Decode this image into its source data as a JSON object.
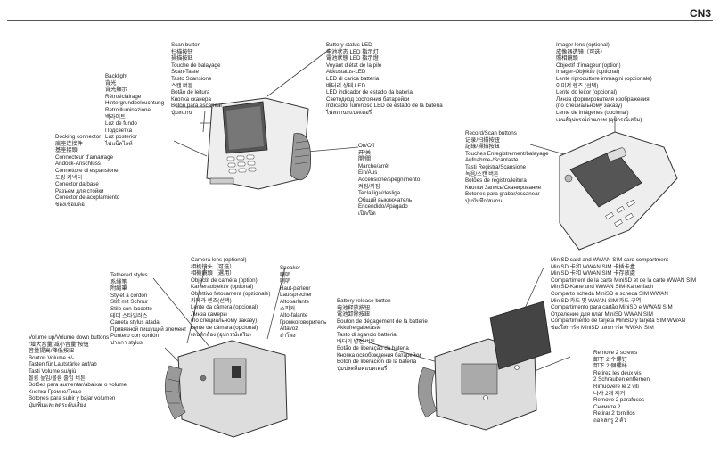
{
  "model": "CN3",
  "callouts": {
    "scan_button": [
      "Scan button",
      "扫描按钮",
      "掃描按鈕",
      "Touche de balayage",
      "Scan-Taste",
      "Tasto Scansione",
      "스캔 버튼",
      "Botão de leitura",
      "Кнопка сканера",
      "Botón para escanear",
      "ปุ่มสแกน"
    ],
    "battery_status_led": [
      "Battery status LED",
      "电池状态 LED 指示灯",
      "電池狀態 LED 指示燈",
      "Voyant d’état de la pile",
      "Akkustatus-LED",
      "LED di carica batteria",
      "배터리 상태 LED",
      "LED indicador de estado da bateria",
      "Светодиод состояния батарейки",
      "Indicador luminoso LED de estado de la batería",
      "ไฟสถานะแบตเตอรี่"
    ],
    "imager_lens": [
      "Imager lens (optional)",
      "成像器透镜（可选）",
      "照相鏡頭",
      "Objectif d’imageur (option)",
      "Imager-Objektiv (optional)",
      "Lente riproduttore immagini (opzionale)",
      "이미저 렌즈 (선택)",
      "Lente do leitor (opcional)",
      "Линза формирователя изображения",
      "(по специальному заказу)",
      "Lente de imágenes (opcional)",
      "เลนส์อุปกรณ์ถ่ายภาพ (อุปกรณ์เสริม)"
    ],
    "backlight": [
      "Backlight",
      "背光",
      "背光顯示",
      "Rétroéclairage",
      "Hintergrundbeleuchtung",
      "Retroilluminazione",
      "백라이트",
      "Luz de fundo",
      "Подсветка",
      "Luz posterior",
      "ไฟแบ็คไลท์"
    ],
    "docking_connector": [
      "Docking connector",
      "底座连接件",
      "基座接頭",
      "Connecteur d’amarrage",
      "Andock-Anschluss",
      "Connettore di espansione",
      "도킹 커넥터",
      "Conector da base",
      "Разъем для стойки",
      "Conector de acoplamiento",
      "ช่องเชื่อมต่อ"
    ],
    "on_off": [
      "On/Off",
      "开/关",
      "開/關",
      "Marche/arrêt",
      "Ein/Aus",
      "Accensione/spegnimento",
      "켜짐/꺼짐",
      "Tecla liga/desliga",
      "Общий выключатель",
      "Encendido/Apagado",
      "เปิด/ปิด"
    ],
    "record_scan": [
      "Record/Scan buttons",
      "记录/扫描按钮",
      "記錄/掃描按鈕",
      "Touches Enregistrement/balayage",
      "Aufnahme-/Scantaste",
      "Tasti Registra/Scansione",
      "녹음/스캔 버튼",
      "Botões de registro/leitura",
      "Кнопки Запись/Сканирование",
      "Botones para grabar/escanear",
      "ปุ่มบันทึก/สแกน"
    ],
    "tethered_stylus": [
      "Tethered stylus",
      "系绳笔",
      "附繩筆",
      "Stylet à cordon",
      "Stift mit Schnur",
      "Stilo con laccetto",
      "테더 스타일러스",
      "Caneta stylus atada",
      "Привязной пишущий элемент",
      "Puntero con cordón",
      "ปากกา stylus"
    ],
    "camera_lens": [
      "Camera lens (optional)",
      "相机镜头（可选）",
      "相機鏡頭（選用）",
      "Objectif de caméra (option)",
      "Kameraobjektiv (optional)",
      "Obiettivo fotocamera (opzionale)",
      "카메라 렌즈(선택)",
      "Lente da câmera (opcional)",
      "Линза камеры",
      "(по специальному заказу)",
      "Lente de cámara (opcional)",
      "เลนส์กล้อง (อุปกรณ์เสริม)"
    ],
    "speaker": [
      "Speaker",
      "喇叭",
      "喇叭",
      "Haut-parleur",
      "Lautsprecher",
      "Altoparlante",
      "스피커",
      "Alto-falante",
      "Громкоговоритель",
      "Altavoz",
      "ลำโพง"
    ],
    "battery_release": [
      "Battery release button",
      "电池释放按钮",
      "電池卸除按鈕",
      "Bouton de dégagement de la batterie",
      "Akkufreigabetaste",
      "Tasto di sgancio batteria",
      "배터리 방전 버튼",
      "Botão de liberação da bateria",
      "Кнопка освобождения батарейки",
      "Botón de liberación de la batería",
      "ปุ่มปลดล็อคแบตเตอรี่"
    ],
    "sim_compartment": [
      "MiniSD card and WWAN SIM card compartment",
      "MiniSD 卡和 WWAN SIM 卡插卡盒",
      "MiniSD 卡和 WWAN SIM 卡存放處",
      "Compartiment de la carte MiniSD et de la carte WWAN SIM",
      "MiniSD-Karte und WWAN SIM-Kartenfach",
      "Comparto scheda MiniSD e scheda SIM WWAN",
      "MiniSD 카드 및 WWAN SIM 카드 구역",
      "Compartimento para cartão MiniSD e WWAN SIM",
      "Отделение для плат MiniSD  WWAN SIM",
      "Compartimiento de tarjeta MiniSD y tarjeta SIM WWAN",
      "ช่องใส่การ์ด MiniSD และการ์ด WWAN SIM"
    ],
    "volume": [
      "Volume up/Volume down buttons",
      "“增大音量/减小音量”按钮",
      "音量提高/降低按鈕",
      "Bouton Volume +/-",
      "Tasten für Lautstärke auf/ab",
      "Tasti Volume su/giù",
      "볼륨 높임/볼륨 줄임 버튼",
      "Botões para aumentar/abaixar o volume",
      "Кнопки Громче/Тише",
      "Botones para subir y bajar volumen",
      "ปุ่มเพิ่มและลดระดับเสียง"
    ],
    "two_screws": [
      "Remove 2 screws",
      "卸下 2 个螺钉",
      "卸下 2 個螺絲",
      "Retirez les deux vis",
      "2 Schrauben entfernen",
      "Rimuovere le 2 viti",
      "나사 2개 제거",
      "Remove 2 parafusos",
      "Снимите 2",
      "Retirar 2 tornillos",
      "ถอดสกรู 2 ตัว"
    ]
  },
  "icons": [
    "handheld-front",
    "handheld-angled",
    "handheld-back",
    "handheld-battery-open"
  ]
}
